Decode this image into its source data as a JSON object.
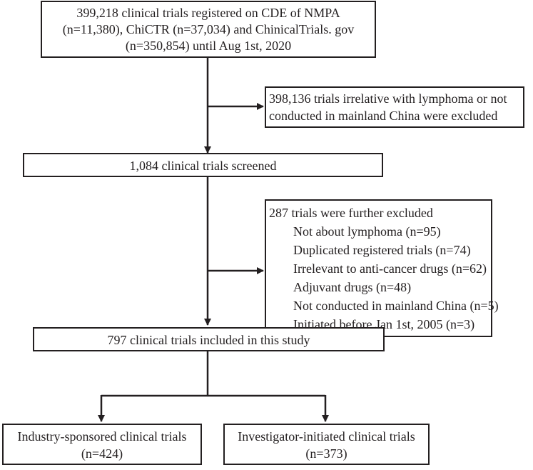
{
  "boxes": {
    "registered": {
      "line1": "399,218 clinical trials registered on CDE of NMPA",
      "line2": "(n=11,380), ChiCTR (n=37,034) and ChinicalTrials. gov",
      "line3": "(n=350,854) until  Aug 1st, 2020"
    },
    "excluded_first": {
      "line1": "398,136 trials irrelative with lymphoma or not",
      "line2": "conducted in mainland China were excluded"
    },
    "screened": {
      "label": "1,084 clinical trials screened"
    },
    "excluded_further": {
      "title": "287 trials were further excluded",
      "items": [
        "Not about lymphoma (n=95)",
        "Duplicated registered trials (n=74)",
        "Irrelevant to anti-cancer drugs (n=62)",
        "Adjuvant drugs (n=48)",
        "Not conducted in mainland China (n=5)",
        "Initiated before Jan 1st, 2005 (n=3)"
      ]
    },
    "included": {
      "label": "797 clinical trials included in this study"
    },
    "industry": {
      "line1": "Industry-sponsored clinical trials",
      "line2": "(n=424)"
    },
    "investigator": {
      "line1": "Investigator-initiated clinical trials",
      "line2": "(n=373)"
    }
  }
}
